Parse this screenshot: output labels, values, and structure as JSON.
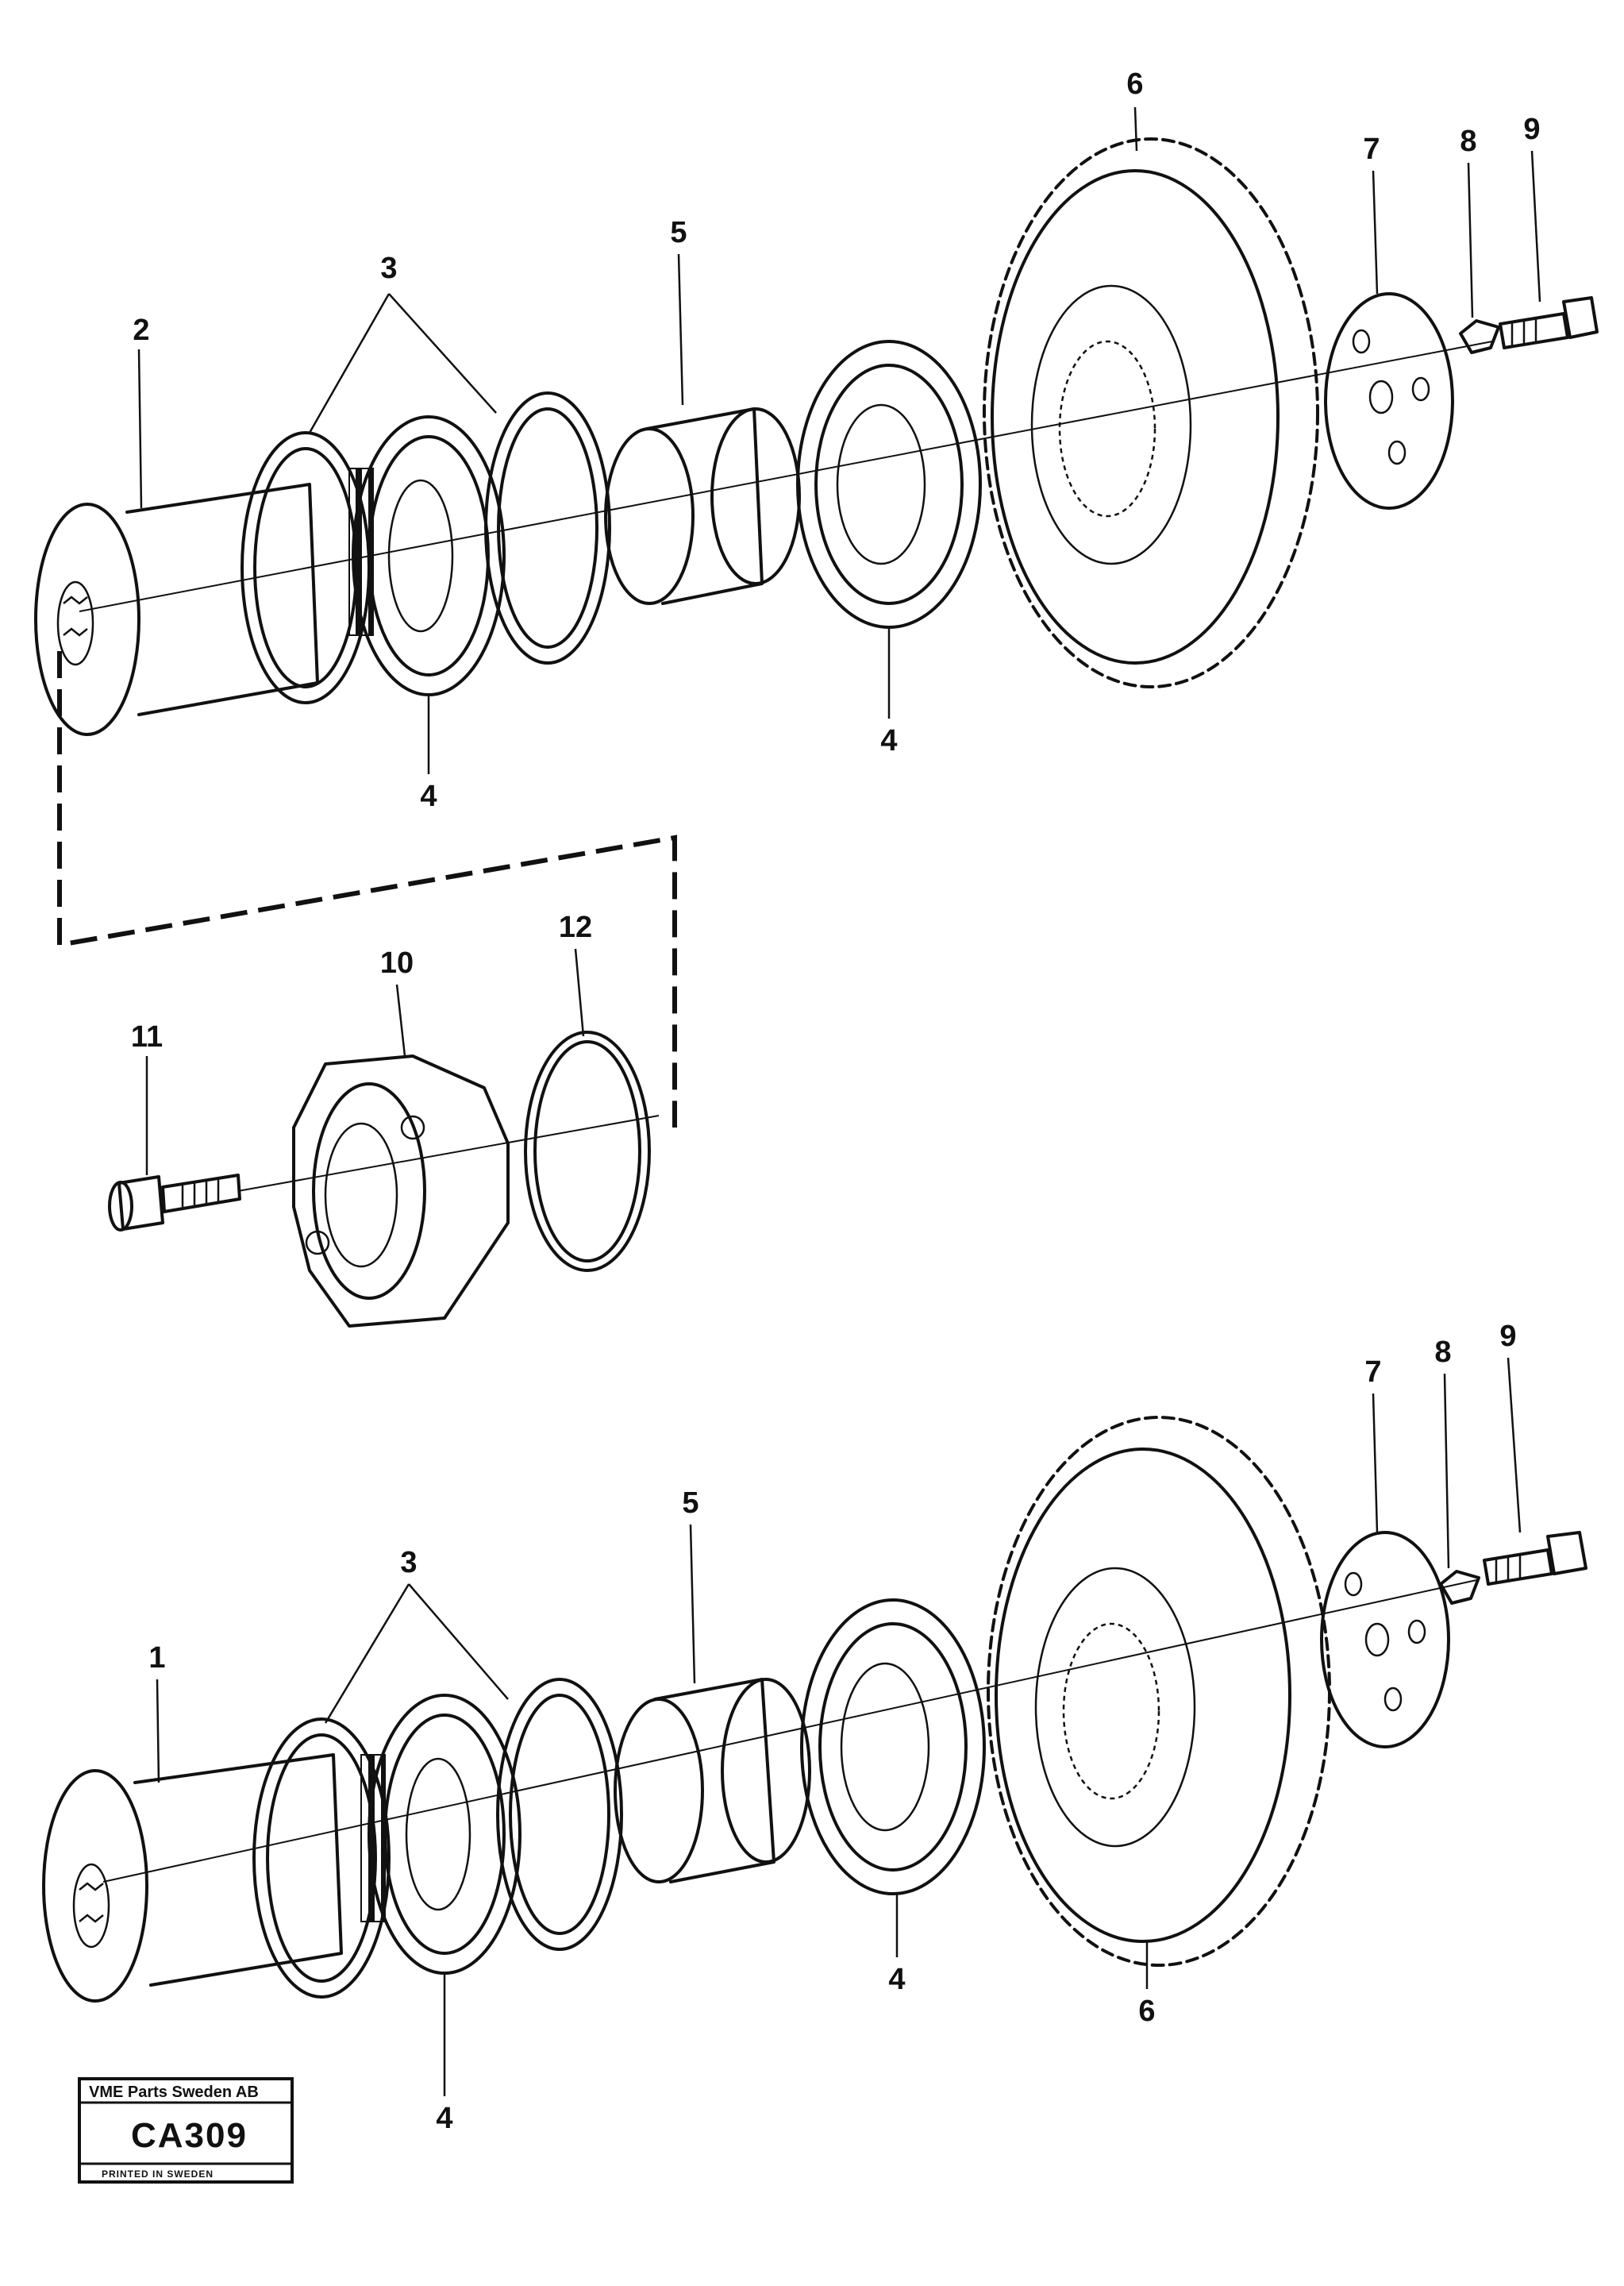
{
  "callouts": {
    "upper": {
      "c2": "2",
      "c3": "3",
      "c4a": "4",
      "c5": "5",
      "c4b": "4",
      "c6": "6",
      "c7": "7",
      "c8": "8",
      "c9": "9"
    },
    "middle": {
      "c10": "10",
      "c11": "11",
      "c12": "12"
    },
    "lower": {
      "c1": "1",
      "c3": "3",
      "c4a": "4",
      "c5": "5",
      "c4b": "4",
      "c6": "6",
      "c7": "7",
      "c8": "8",
      "c9": "9"
    }
  },
  "stamp": {
    "company": "VME Parts Sweden AB",
    "code": "CA309",
    "printed": "PRINTED IN SWEDEN"
  }
}
